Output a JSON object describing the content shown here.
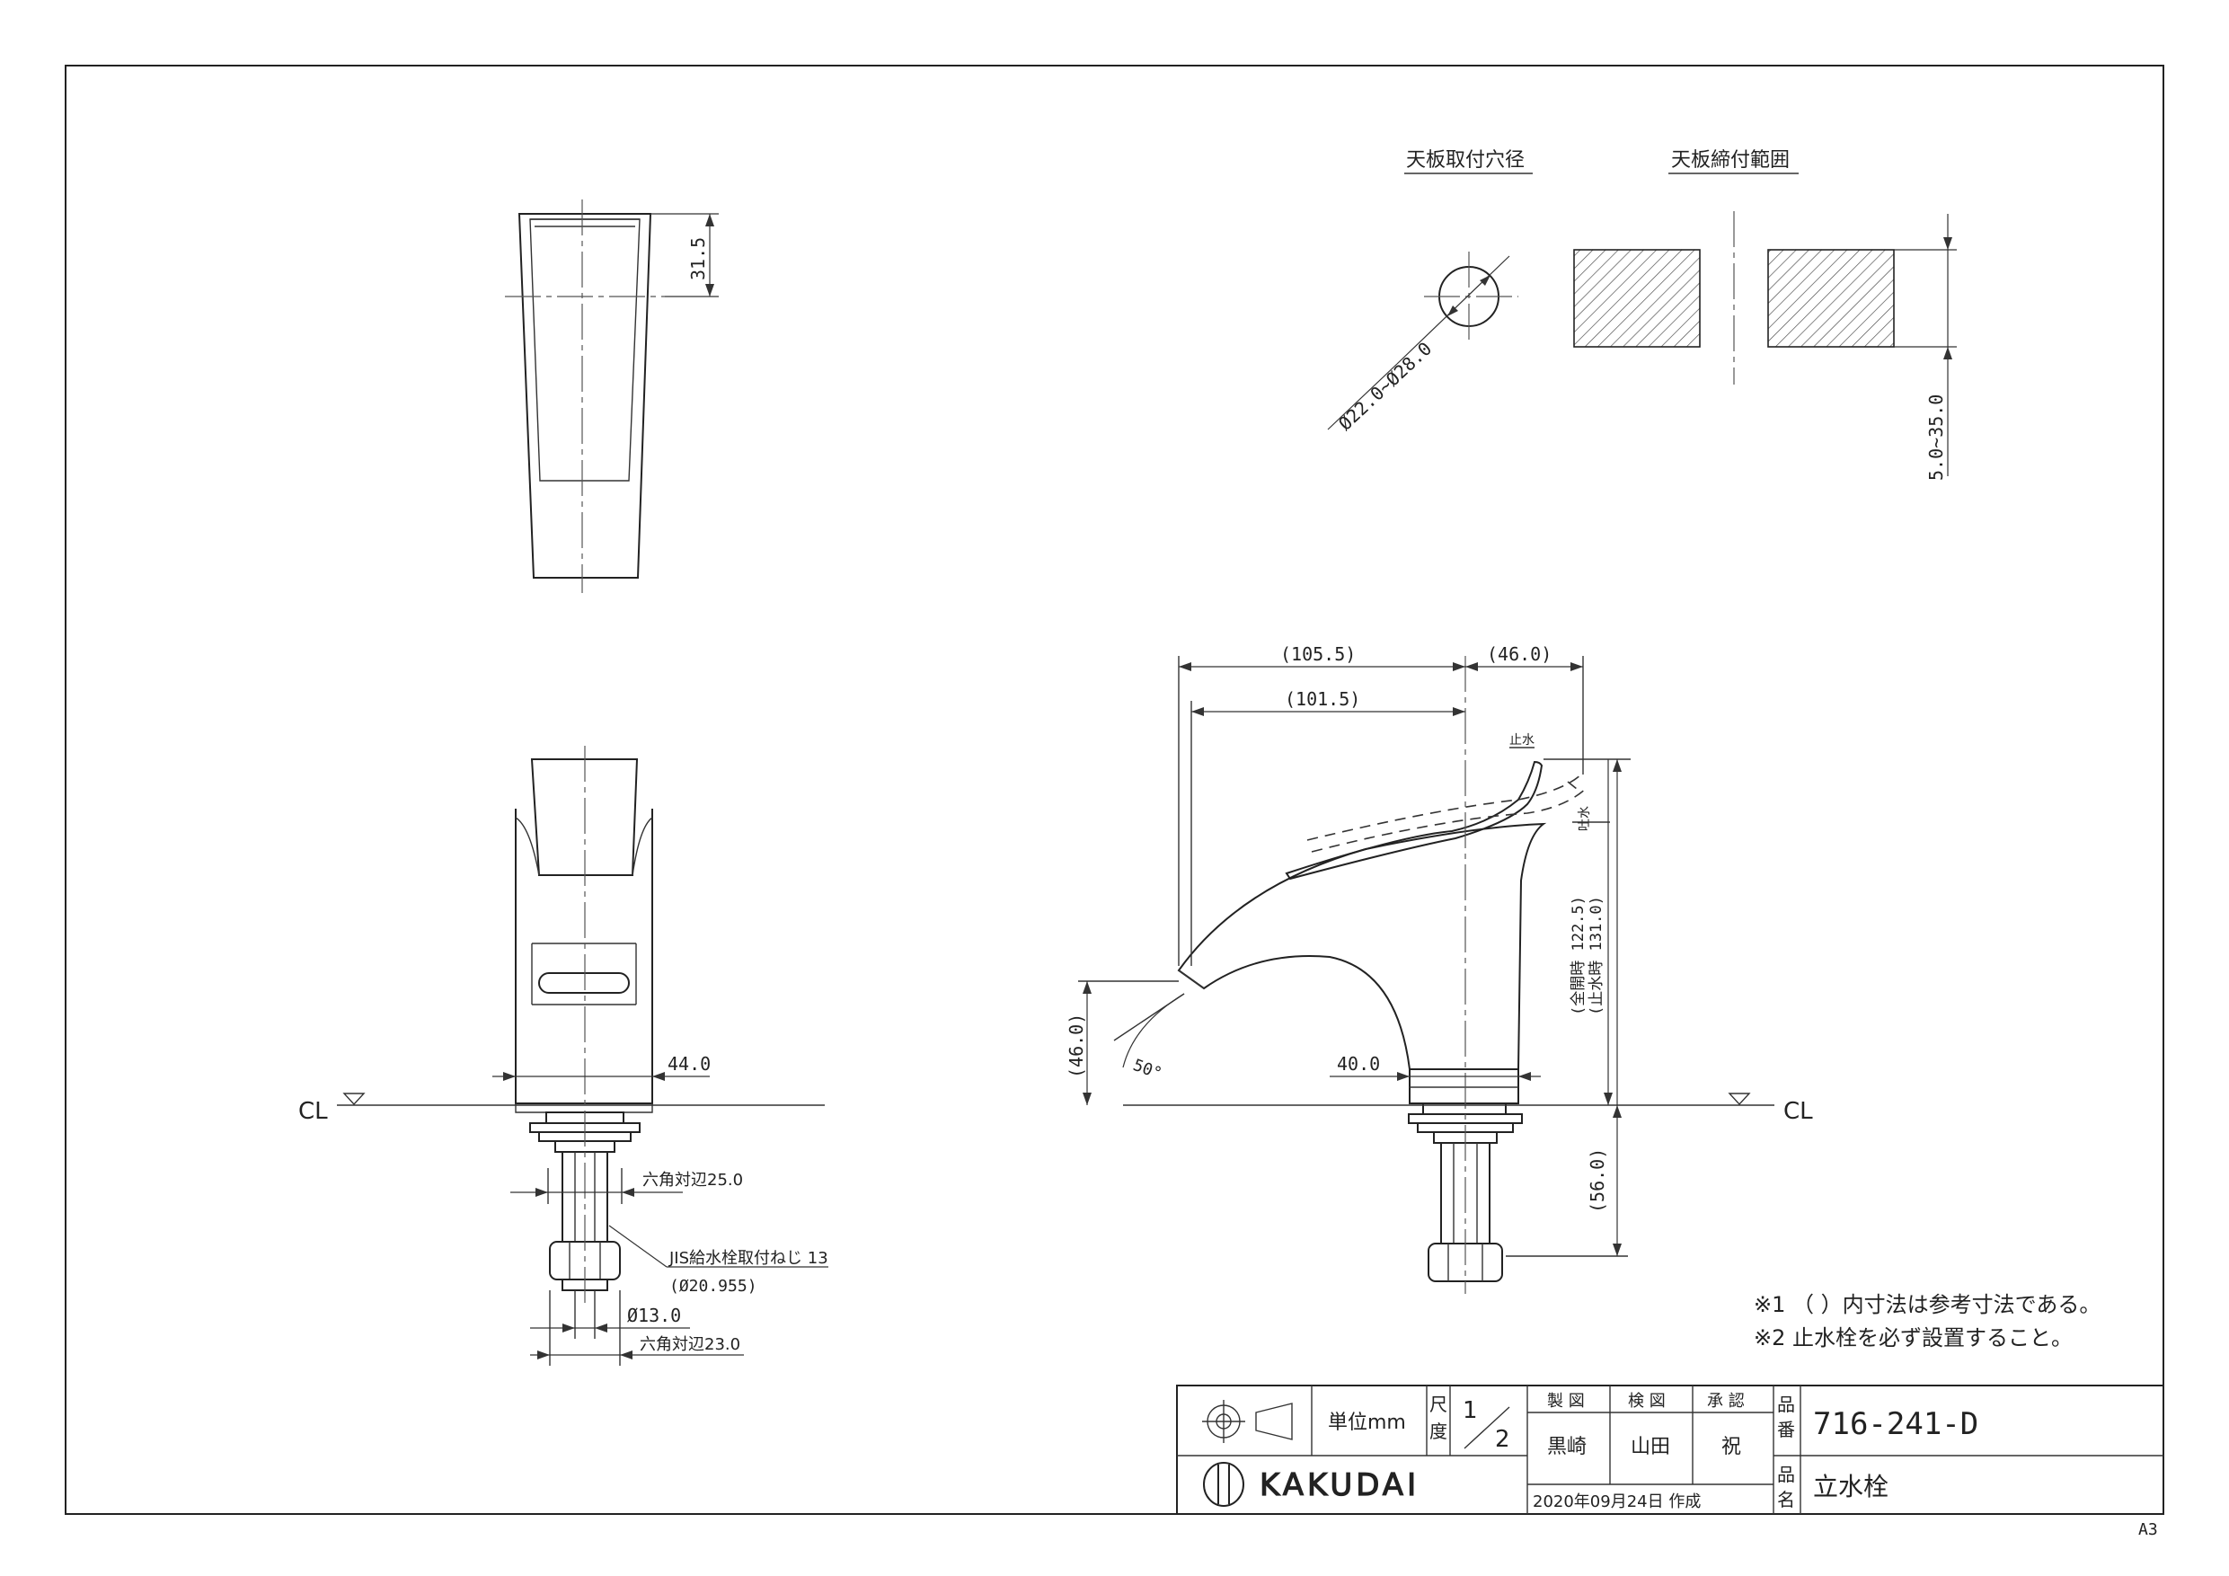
{
  "section_titles": {
    "mount_hole": "天板取付穴径",
    "clamp_range": "天板締付範囲"
  },
  "dimensions": {
    "top_view_depth": "31.5",
    "hole_diameter": "Ø22.0~Ø28.0",
    "clamp_range": "5.0~35.0",
    "width_44": "44.0",
    "hex_25": "六角対辺25.0",
    "jis_thread": "JIS給水栓取付ねじ 13",
    "thread_dia": "(Ø20.955)",
    "dia_13": "Ø13.0",
    "hex_23": "六角対辺23.0",
    "reach_105": "(105.5)",
    "reach_101": "(101.5)",
    "handle_46": "(46.0)",
    "spout_height_46": "(46.0)",
    "angle_50": "50°",
    "base_40": "40.0",
    "below_56": "(56.0)",
    "height_open": "(全開時 122.5)",
    "height_closed": "(止水時 131.0)"
  },
  "labels": {
    "cl_left": "CL",
    "cl_right": "CL",
    "stop_water": "止水",
    "discharge": "吐水"
  },
  "notes": [
    "※1 （ ）内寸法は参考寸法である。",
    "※2 止水栓を必ず設置すること。"
  ],
  "title_block": {
    "unit": "単位mm",
    "scale_label_1": "尺",
    "scale_label_2": "度",
    "scale_num": "1",
    "scale_den": "2",
    "drawn_by_label": "製 図",
    "checked_by_label": "検 図",
    "approved_by_label": "承 認",
    "drawn_by": "黒崎",
    "checked_by": "山田",
    "approved_by": "祝",
    "date": "2020年09月24日 作成",
    "part_no_label_1": "品",
    "part_no_label_2": "番",
    "part_name_label_1": "品",
    "part_name_label_2": "名",
    "part_no": "716-241-D",
    "part_name": "立水栓",
    "brand": "KAKUDAI"
  },
  "paper_size": "A3"
}
